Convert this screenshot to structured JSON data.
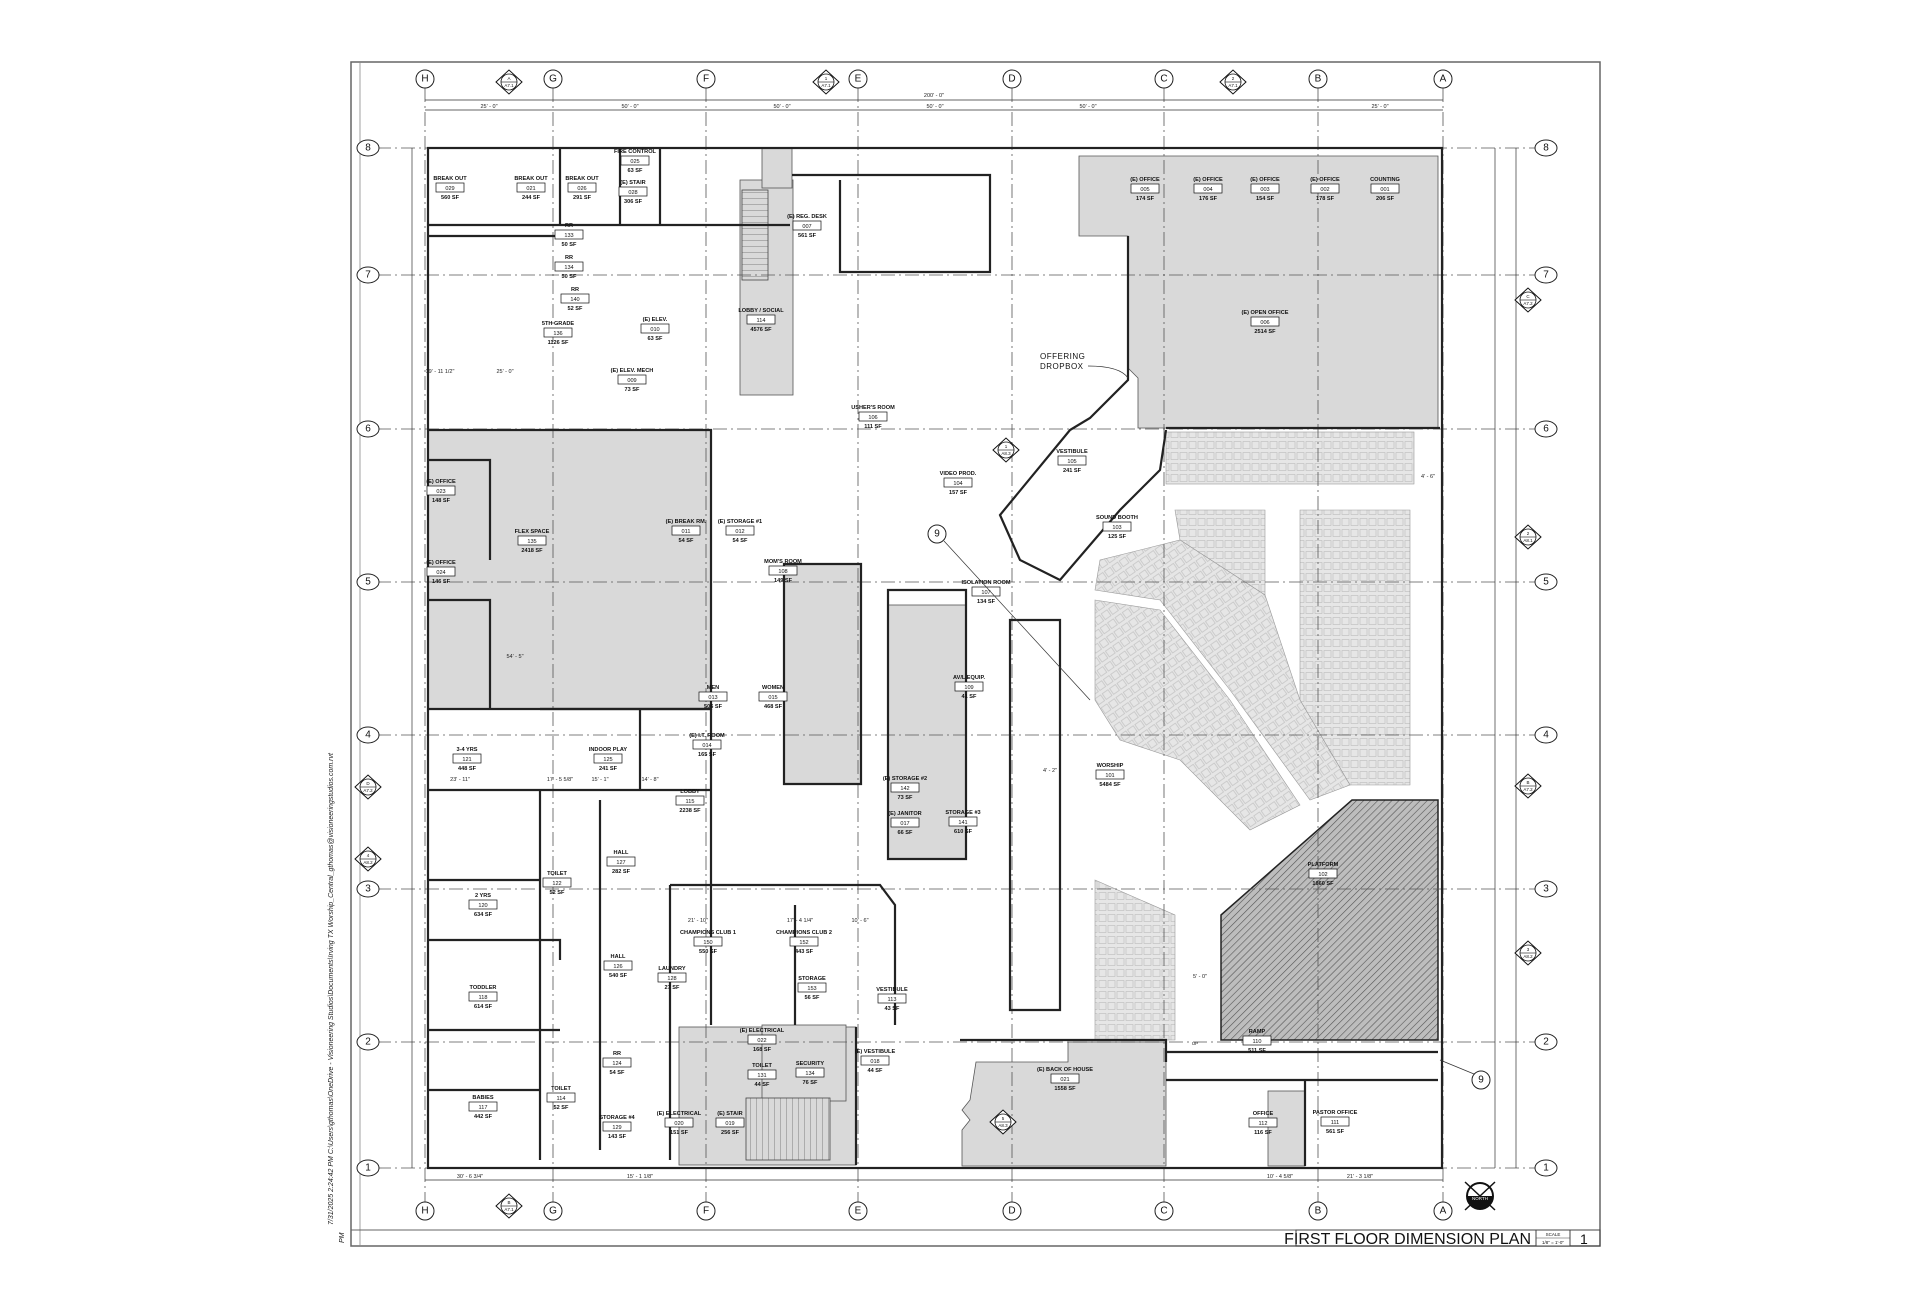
{
  "sheet": {
    "title": "FIRST FLOOR DIMENSION PLAN",
    "scale_label": "SCALE",
    "scale_value": "1/8\" = 1'-0\"",
    "sheet_number": "1",
    "file_stamp": "7/31/2025 2:24:42 PM C:\\Users\\gthomas\\OneDrive - Visioneering Studios\\Documents\\Irving TX Worship_Central_gthomas@visioneeringstudios.com.rvt",
    "stamp_suffix": "PM",
    "north_label": "NORTH"
  },
  "grid": {
    "columns": [
      "H",
      "G",
      "F",
      "E",
      "D",
      "C",
      "B",
      "A"
    ],
    "rows": [
      "8",
      "7",
      "6",
      "5",
      "4",
      "3",
      "2",
      "1"
    ]
  },
  "dimensions": {
    "overall": "200' - 0\"",
    "bays": [
      "25' - 0\"",
      "50' - 0\"",
      "50' - 0\"",
      "50' - 0\"",
      "50' - 0\"",
      "25' - 0\""
    ],
    "bottom": [
      "30' - 6 3/4\"",
      "15' - 1 1/8\"",
      "10' - 4 5/8\"",
      "21' - 3 1/8\""
    ],
    "misc": [
      "19' - 11 1/2\"",
      "25' - 0\"",
      "54' - 5\"",
      "23' - 11\"",
      "17' - 5 5/8\"",
      "15' - 1\"",
      "14' - 8\"",
      "21' - 10\"",
      "17' - 4 1/4\"",
      "10' - 6\"",
      "4' - 2\"",
      "5' - 0\"",
      "4' - 6\""
    ]
  },
  "section_markers": [
    {
      "id": "A",
      "sheet": "A7.1"
    },
    {
      "id": "1",
      "sheet": "A7.1"
    },
    {
      "id": "2",
      "sheet": "A7.1"
    },
    {
      "id": "1",
      "sheet": "A8.3"
    },
    {
      "id": "D",
      "sheet": "A7.2"
    },
    {
      "id": "4",
      "sheet": "A8.2"
    },
    {
      "id": "C",
      "sheet": "A7.2"
    },
    {
      "id": "2",
      "sheet": "A8.1"
    },
    {
      "id": "B",
      "sheet": "A7.2"
    },
    {
      "id": "3",
      "sheet": "A8.2"
    },
    {
      "id": "5",
      "sheet": "A8.3"
    },
    {
      "id": "B",
      "sheet": "A7.1"
    }
  ],
  "callouts": [
    "9",
    "9"
  ],
  "annotations": {
    "offering_line1": "OFFERING",
    "offering_line2": "DROPBOX",
    "ramp_up": "UP"
  },
  "rooms": [
    {
      "name": "BREAK OUT",
      "number": "029",
      "area": "560 SF"
    },
    {
      "name": "BREAK OUT",
      "number": "021",
      "area": "244 SF"
    },
    {
      "name": "BREAK OUT",
      "number": "026",
      "area": "291 SF"
    },
    {
      "name": "FIRE CONTROL",
      "number": "025",
      "area": "63 SF"
    },
    {
      "name": "(E) STAIR",
      "number": "028",
      "area": "306 SF"
    },
    {
      "name": "RR",
      "number": "133",
      "area": "50 SF"
    },
    {
      "name": "RR",
      "number": "134",
      "area": "50 SF"
    },
    {
      "name": "RR",
      "number": "140",
      "area": "52 SF"
    },
    {
      "name": "5TH GRADE",
      "number": "136",
      "area": "1126 SF"
    },
    {
      "name": "(E) ELEV.",
      "number": "010",
      "area": "63 SF"
    },
    {
      "name": "(E) ELEV. MECH",
      "number": "009",
      "area": "73 SF"
    },
    {
      "name": "(E) REG. DESK",
      "number": "007",
      "area": "561 SF"
    },
    {
      "name": "LOBBY / SOCIAL",
      "number": "114",
      "area": "4576 SF"
    },
    {
      "name": "USHER'S ROOM",
      "number": "106",
      "area": "111 SF"
    },
    {
      "name": "(E) OFFICE",
      "number": "005",
      "area": "174 SF"
    },
    {
      "name": "(E) OFFICE",
      "number": "004",
      "area": "176 SF"
    },
    {
      "name": "(E) OFFICE",
      "number": "003",
      "area": "154 SF"
    },
    {
      "name": "(E) OFFICE",
      "number": "002",
      "area": "178 SF"
    },
    {
      "name": "COUNTING",
      "number": "001",
      "area": "206 SF"
    },
    {
      "name": "(E) OPEN OFFICE",
      "number": "006",
      "area": "2514 SF"
    },
    {
      "name": "(E) OFFICE",
      "number": "023",
      "area": "148 SF"
    },
    {
      "name": "(E) OFFICE",
      "number": "024",
      "area": "146 SF"
    },
    {
      "name": "FLEX SPACE",
      "number": "135",
      "area": "2418 SF"
    },
    {
      "name": "(E) BREAK RM.",
      "number": "011",
      "area": "54 SF"
    },
    {
      "name": "(E) STORAGE #1",
      "number": "012",
      "area": "54 SF"
    },
    {
      "name": "MOM'S ROOM",
      "number": "108",
      "area": "149 SF"
    },
    {
      "name": "ISOLATION ROOM",
      "number": "107",
      "area": "134 SF"
    },
    {
      "name": "VIDEO PROD.",
      "number": "104",
      "area": "157 SF"
    },
    {
      "name": "VESTIBULE",
      "number": "105",
      "area": "241 SF"
    },
    {
      "name": "SOUND BOOTH",
      "number": "103",
      "area": "125 SF"
    },
    {
      "name": "MEN",
      "number": "013",
      "area": "506 SF"
    },
    {
      "name": "WOMEN",
      "number": "015",
      "area": "468 SF"
    },
    {
      "name": "AV/L EQUIP.",
      "number": "109",
      "area": "41 SF"
    },
    {
      "name": "(E) I.T. ROOM",
      "number": "014",
      "area": "165 SF"
    },
    {
      "name": "3-4 YRS",
      "number": "121",
      "area": "448 SF"
    },
    {
      "name": "INDOOR PLAY",
      "number": "125",
      "area": "241 SF"
    },
    {
      "name": "LOBBY",
      "number": "115",
      "area": "2238 SF"
    },
    {
      "name": "(E) STORAGE #2",
      "number": "142",
      "area": "73 SF"
    },
    {
      "name": "(E) JANITOR",
      "number": "017",
      "area": "66 SF"
    },
    {
      "name": "STORAGE #3",
      "number": "141",
      "area": "610 SF"
    },
    {
      "name": "WORSHIP",
      "number": "101",
      "area": "5484 SF"
    },
    {
      "name": "PLATFORM",
      "number": "102",
      "area": "1660 SF"
    },
    {
      "name": "HALL",
      "number": "127",
      "area": "282 SF"
    },
    {
      "name": "TOILET",
      "number": "122",
      "area": "52 SF"
    },
    {
      "name": "2 YRS",
      "number": "120",
      "area": "634 SF"
    },
    {
      "name": "HALL",
      "number": "126",
      "area": "540 SF"
    },
    {
      "name": "CHAMPIONS CLUB 1",
      "number": "150",
      "area": "550 SF"
    },
    {
      "name": "CHAMPIONS CLUB 2",
      "number": "152",
      "area": "443 SF"
    },
    {
      "name": "LAUNDRY",
      "number": "128",
      "area": "27 SF"
    },
    {
      "name": "STORAGE",
      "number": "153",
      "area": "56 SF"
    },
    {
      "name": "TODDLER",
      "number": "118",
      "area": "614 SF"
    },
    {
      "name": "VESTIBULE",
      "number": "113",
      "area": "43 SF"
    },
    {
      "name": "(E) ELECTRICAL",
      "number": "022",
      "area": "168 SF"
    },
    {
      "name": "TOILET",
      "number": "131",
      "area": "44 SF"
    },
    {
      "name": "RR",
      "number": "124",
      "area": "54 SF"
    },
    {
      "name": "SECURITY",
      "number": "134",
      "area": "76 SF"
    },
    {
      "name": "(E) VESTIBULE",
      "number": "018",
      "area": "44 SF"
    },
    {
      "name": "TOILET",
      "number": "114",
      "area": "52 SF"
    },
    {
      "name": "BABIES",
      "number": "117",
      "area": "442 SF"
    },
    {
      "name": "STORAGE #4",
      "number": "129",
      "area": "143 SF"
    },
    {
      "name": "(E) ELECTRICAL",
      "number": "020",
      "area": "151 SF"
    },
    {
      "name": "(E) STAIR",
      "number": "019",
      "area": "256 SF"
    },
    {
      "name": "(E) BACK OF HOUSE",
      "number": "021",
      "area": "1558 SF"
    },
    {
      "name": "RAMP",
      "number": "110",
      "area": "511 SF"
    },
    {
      "name": "OFFICE",
      "number": "112",
      "area": "116 SF"
    },
    {
      "name": "PASTOR OFFICE",
      "number": "111",
      "area": "561 SF"
    }
  ],
  "colors": {
    "existing_fill": "#d9d9d9",
    "seating_fill": "#e8e8e8",
    "line": "#222222"
  }
}
